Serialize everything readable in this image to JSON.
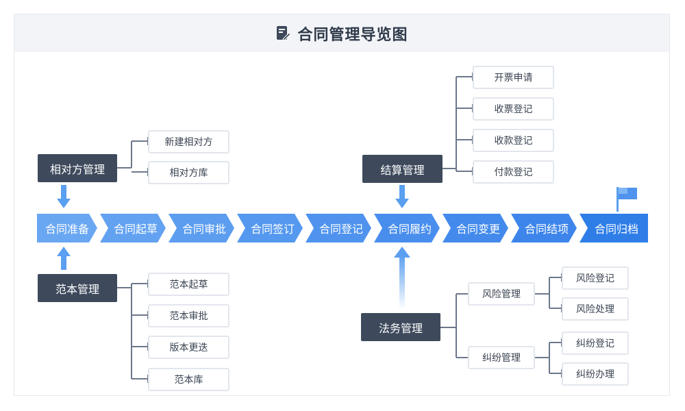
{
  "header": {
    "title": "合同管理导览图",
    "icon": "contract-doc-icon"
  },
  "colors": {
    "dark_node": "#3e4a5c",
    "step_start": "#6aa7f2",
    "step_end": "#2f7ee8",
    "line": "#6b778a"
  },
  "flow": [
    "合同准备",
    "合同起草",
    "合同审批",
    "合同签订",
    "合同登记",
    "合同履约",
    "合同变更",
    "合同结项",
    "合同归档"
  ],
  "counterparty": {
    "label": "相对方管理",
    "children": [
      "新建相对方",
      "相对方库"
    ]
  },
  "template": {
    "label": "范本管理",
    "children": [
      "范本起草",
      "范本审批",
      "版本更迭",
      "范本库"
    ]
  },
  "settlement": {
    "label": "结算管理",
    "children": [
      "开票申请",
      "收票登记",
      "收款登记",
      "付款登记"
    ]
  },
  "legal": {
    "label": "法务管理",
    "risk": {
      "label": "风险管理",
      "children": [
        "风险登记",
        "风险处理"
      ]
    },
    "dispute": {
      "label": "纠纷管理",
      "children": [
        "纠纷登记",
        "纠纷办理"
      ]
    }
  }
}
